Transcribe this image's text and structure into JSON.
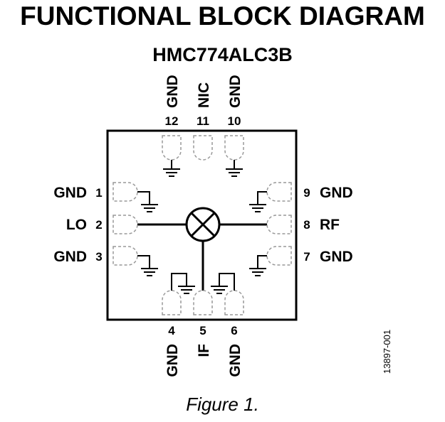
{
  "title": "FUNCTIONAL BLOCK DIAGRAM",
  "part_number": "HMC774ALC3B",
  "caption": "Figure 1.",
  "figure_id": "13897-001",
  "pins": {
    "p1": {
      "number": "1",
      "name": "GND"
    },
    "p2": {
      "number": "2",
      "name": "LO"
    },
    "p3": {
      "number": "3",
      "name": "GND"
    },
    "p4": {
      "number": "4",
      "name": "GND"
    },
    "p5": {
      "number": "5",
      "name": "IF"
    },
    "p6": {
      "number": "6",
      "name": "GND"
    },
    "p7": {
      "number": "7",
      "name": "GND"
    },
    "p8": {
      "number": "8",
      "name": "RF"
    },
    "p9": {
      "number": "9",
      "name": "GND"
    },
    "p10": {
      "number": "10",
      "name": "GND"
    },
    "p11": {
      "number": "11",
      "name": "NIC"
    },
    "p12": {
      "number": "12",
      "name": "GND"
    }
  }
}
